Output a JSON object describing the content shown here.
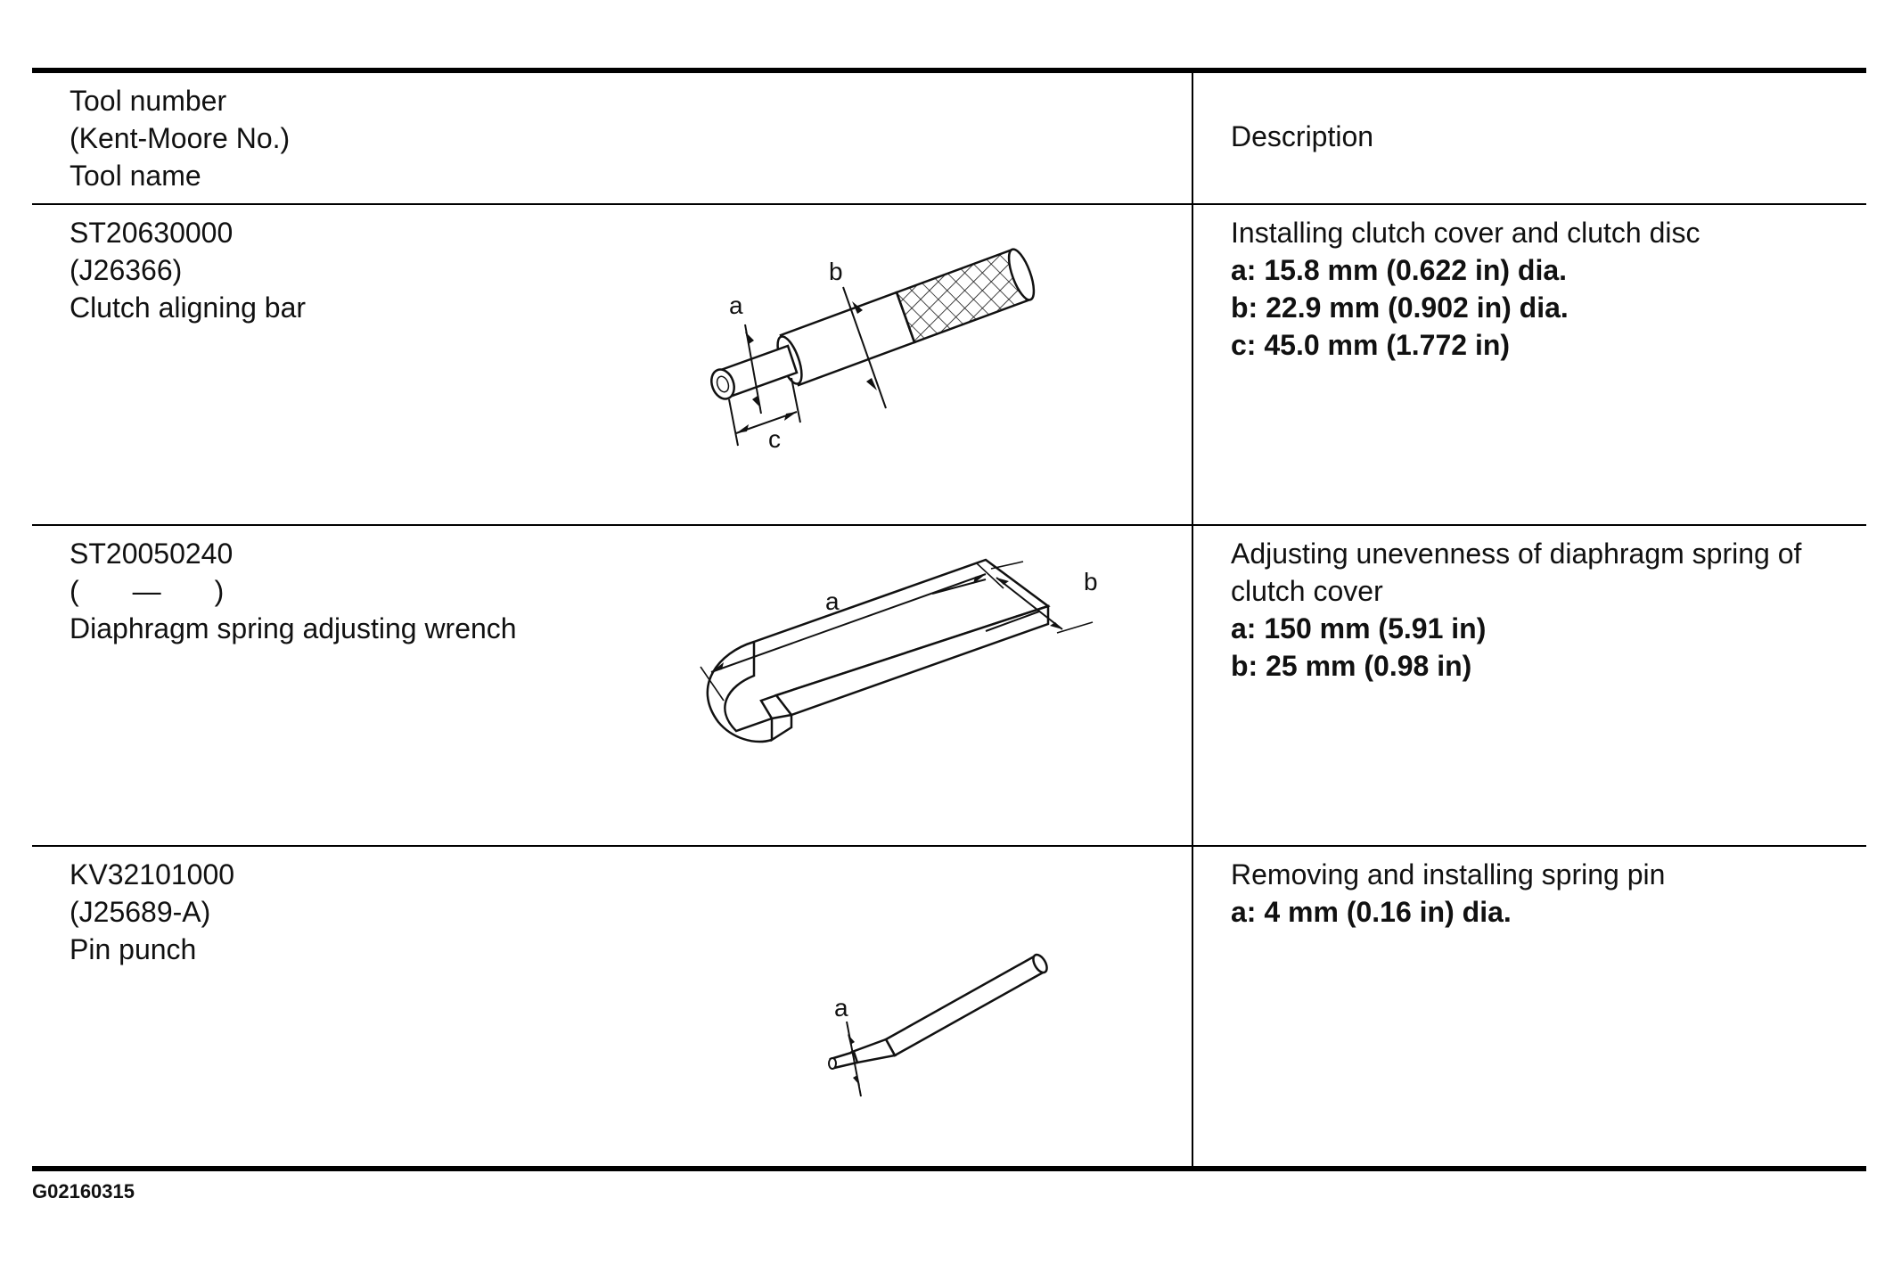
{
  "table": {
    "header": {
      "col1_lines": [
        "Tool number",
        "(Kent-Moore No.)",
        "Tool name"
      ],
      "col2": "Description"
    },
    "rows": [
      {
        "number": "ST20630000",
        "kent_moore": "(J26366)",
        "name": "Clutch aligning bar",
        "purpose": "Installing clutch cover and clutch disc",
        "specs": [
          "a: 15.8 mm (0.622 in) dia.",
          "b: 22.9 mm (0.902 in) dia.",
          "c: 45.0 mm (1.772 in)"
        ],
        "labels": [
          "a",
          "b",
          "c"
        ],
        "icon": "clutch-aligning-bar-illustration"
      },
      {
        "number": "ST20050240",
        "kent_moore_open": "(",
        "kent_moore_dash": "—",
        "kent_moore_close": ")",
        "name": "Diaphragm spring adjusting wrench",
        "purpose": "Adjusting unevenness of diaphragm spring of clutch cover",
        "specs": [
          "a: 150 mm (5.91 in)",
          "b: 25 mm (0.98 in)"
        ],
        "labels": [
          "a",
          "b"
        ],
        "icon": "diaphragm-spring-wrench-illustration"
      },
      {
        "number": "KV32101000",
        "kent_moore": "(J25689-A)",
        "name": "Pin punch",
        "purpose": "Removing and installing spring pin",
        "specs": [
          "a: 4 mm (0.16 in) dia."
        ],
        "labels": [
          "a"
        ],
        "icon": "pin-punch-illustration"
      }
    ]
  },
  "figure_code": "G02160315"
}
